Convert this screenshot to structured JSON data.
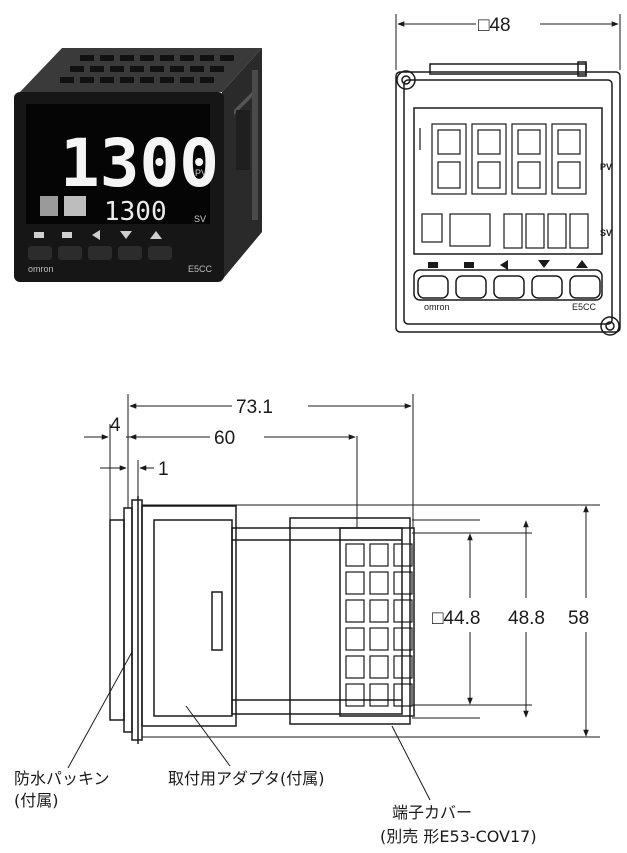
{
  "photo": {
    "pv_display": "1300",
    "sv_display": "1300",
    "pv_tag": "PV",
    "sv_tag": "SV",
    "brand": "omron",
    "model": "E5CC"
  },
  "front_view": {
    "size_label": "□48",
    "pv_tag": "PV",
    "sv_tag": "SV",
    "brand": "omron",
    "model": "E5CC"
  },
  "side_view": {
    "dimensions": {
      "overall_depth": "73.1",
      "body_depth": "60",
      "bezel_thickness": "4",
      "gasket_thickness": "1",
      "panel_cutout": "□44.8",
      "body_height": "48.8",
      "overall_height": "58"
    },
    "callouts": {
      "gasket": [
        "防水パッキン",
        "(付属)"
      ],
      "adapter": [
        "取付用アダプタ(付属)"
      ],
      "terminal_cover": [
        "端子カバー",
        "(別売 形E53-COV17)"
      ]
    }
  }
}
